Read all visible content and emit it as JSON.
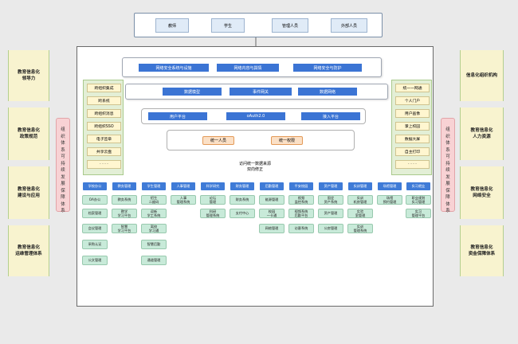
{
  "users": [
    "教师",
    "学生",
    "管理人员",
    "外部人员"
  ],
  "left_sections": [
    "教育信息化\n领导力",
    "教育信息化\n政策规范",
    "教育信息化\n建设与应用",
    "教育信息化\n运维管理体系"
  ],
  "right_sections": [
    "信息化组织机构",
    "教育信息化\n人力资源",
    "教育信息化\n网络安全",
    "教育信息化\n资金保障体系"
  ],
  "left_side_label": "组织体系 可持续发展保障体系",
  "right_side_label": "组织体系 可持续发展保障体系",
  "network_security": [
    "网络安全系统与设施",
    "网络内容与舆情",
    "网络安全与防护"
  ],
  "data_layer": [
    "数据模型",
    "事件网关",
    "数据网络"
  ],
  "auth_layer": [
    "用户平台",
    "oAuth2.0",
    "接入平台"
  ],
  "unified": [
    "统一人员",
    "统一权限"
  ],
  "center_note": "访问统一数据来源\n双向修正",
  "left_panel": [
    "跨组织集成",
    "跨系统",
    "跨组织消息",
    "跨组织SSO",
    "电子签章",
    "共享云盘",
    "· · · ·"
  ],
  "right_panel": [
    "统一一网通",
    "个人门户",
    "用户画像",
    "掌上校园",
    "数据大屏",
    "自主打印",
    "· · · ·"
  ],
  "modules": [
    {
      "h": "学校办公",
      "s": [
        "OA办公",
        "档案管理",
        "会议管理",
        "采购认证",
        "公文管理"
      ]
    },
    {
      "h": "教务管理",
      "s": [
        "教务系统",
        "教学\n学习平台",
        "智慧\n学习平台"
      ]
    },
    {
      "h": "学生管理",
      "s": [
        "招生\n二维码",
        "迎新\n学工系统",
        "离校\n学习通",
        "智慧后勤",
        "通道管理"
      ]
    },
    {
      "h": "人事管理",
      "s": [
        "人事\n管理系统"
      ]
    },
    {
      "h": "科学研究",
      "s": [
        "论坛\n管理",
        "科研\n管理系统"
      ]
    },
    {
      "h": "财务管理",
      "s": [
        "财务系统",
        "支付中心"
      ]
    },
    {
      "h": "后勤管理",
      "s": [
        "能源管理",
        "校园\n一卡通",
        "网络管理"
      ]
    },
    {
      "h": "平安校园",
      "s": [
        "视频\n监控系统",
        "视频系统\n后勤平台",
        "访客系统"
      ]
    },
    {
      "h": "资产管理",
      "s": [
        "固定\n资产系统",
        "资产管理",
        "公房管理"
      ]
    },
    {
      "h": "实训管理",
      "s": [
        "实训\n机房管理",
        "实验\n室管理",
        "实训\n管理系统"
      ]
    },
    {
      "h": "场馆管理",
      "s": [
        "场馆\n预约管理"
      ]
    },
    {
      "h": "实习就业",
      "s": [
        "职业规划\n实习管理",
        "实习\n管理平台"
      ]
    }
  ]
}
